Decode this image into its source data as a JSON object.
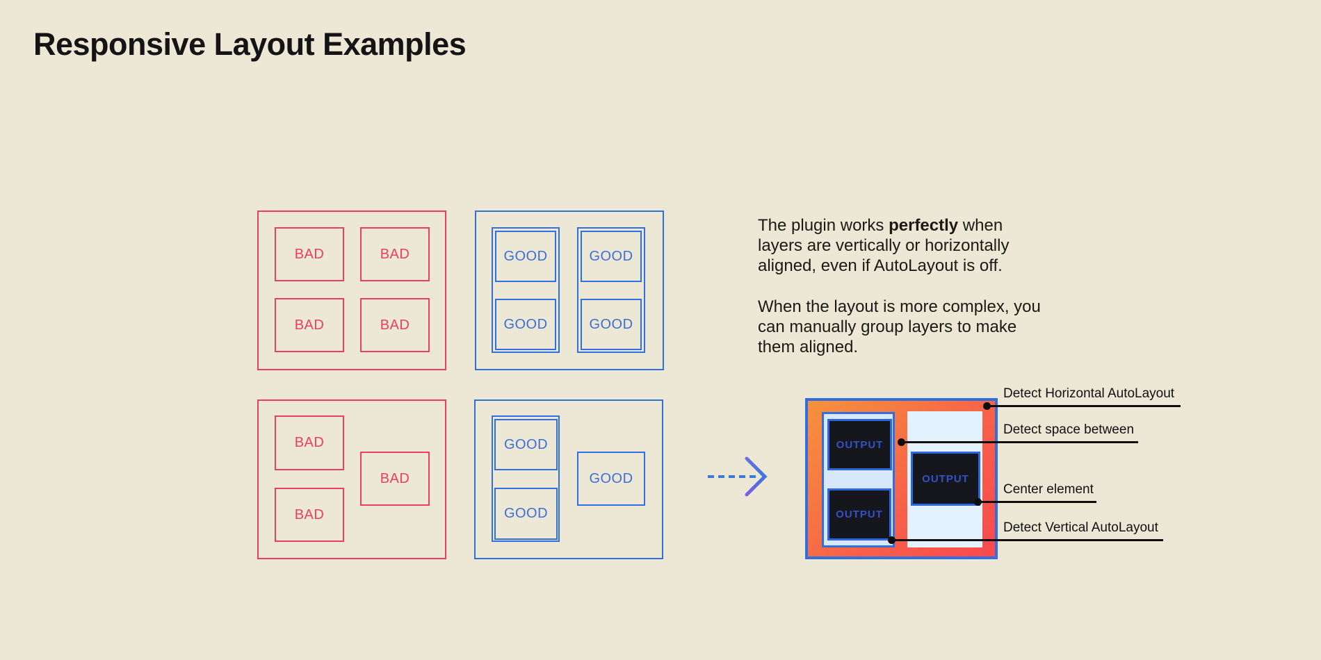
{
  "page": {
    "title": "Responsive Layout Examples"
  },
  "labels": {
    "bad": "BAD",
    "good": "GOOD",
    "output": "OUTPUT"
  },
  "description": {
    "p1_line1_prefix": "The plugin works ",
    "p1_line1_bold": "perfectly",
    "p1_line1_suffix": " when",
    "p1_line2": "layers are vertically or horizontally",
    "p1_line3": "aligned, even if AutoLayout is off.",
    "p2_line1": "When the layout is more complex, you",
    "p2_line2": "can manually group layers to make",
    "p2_line3": "them aligned."
  },
  "annotations": {
    "items": [
      {
        "label": "Detect Horizontal AutoLayout"
      },
      {
        "label": "Detect space between"
      },
      {
        "label": "Center element"
      },
      {
        "label": "Detect Vertical AutoLayout"
      }
    ]
  },
  "colors": {
    "background": "#EDE7D6",
    "bad_red": "#EA3F5D",
    "good_border": "#2F6FE0",
    "good_text": "#3B6FD6",
    "result_gradient_start": "#F6923C",
    "result_gradient_end": "#F9494E",
    "panel_left_fill": "#D7E8FA",
    "panel_right_fill": "#E3F2FD",
    "output_box_fill": "#16171C",
    "output_text": "#3351C9",
    "annotation_black": "#0D0D0D"
  }
}
